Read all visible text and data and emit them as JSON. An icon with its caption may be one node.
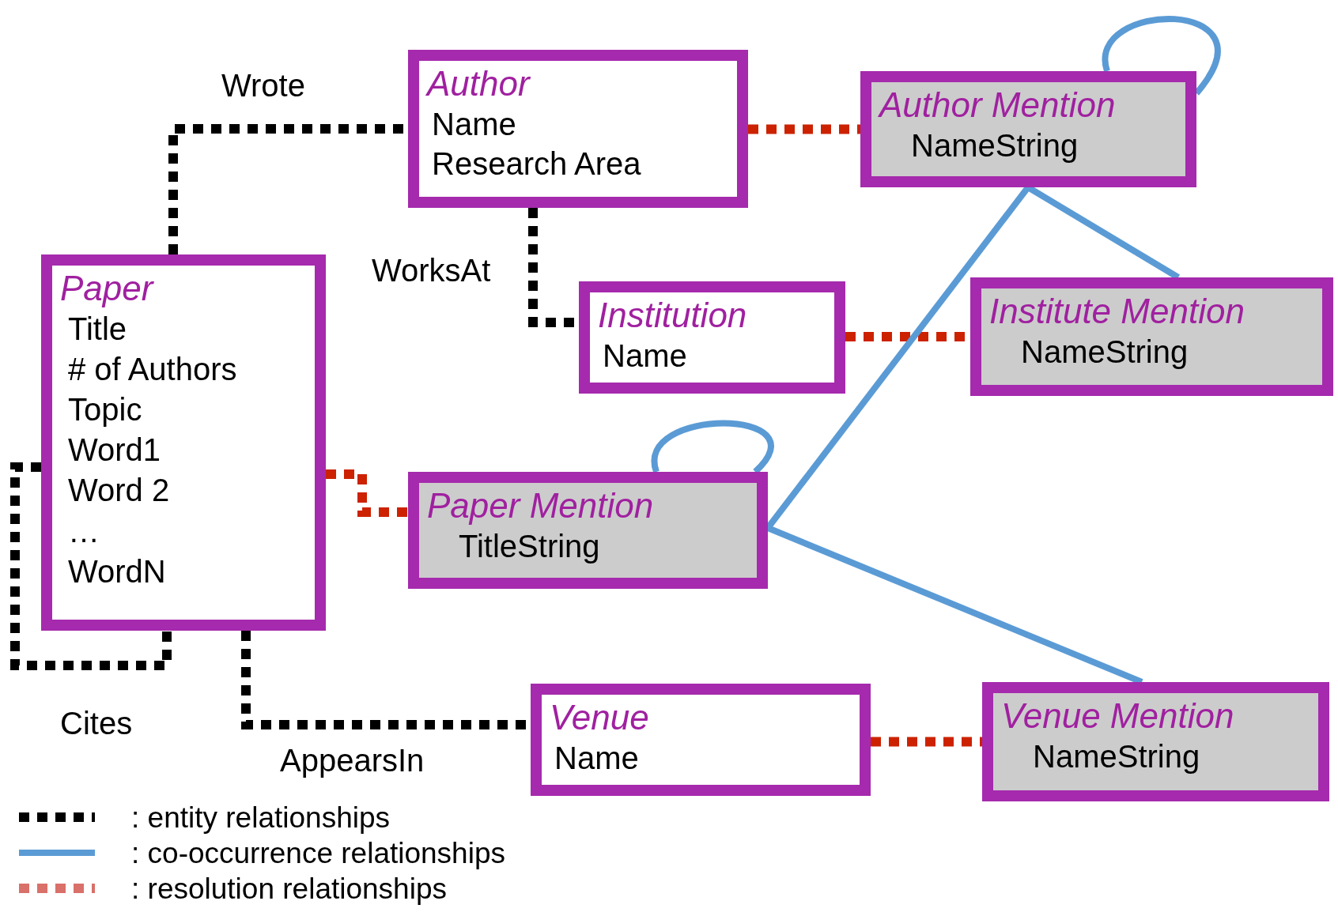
{
  "diagram": {
    "nodes": [
      {
        "text": [
          "Paper",
          "Title",
          "# of Authors",
          "Topic",
          "Word1",
          "Word 2",
          "…",
          "WordN"
        ]
      },
      {
        "text": [
          "Author",
          "Name",
          "Research Area"
        ]
      },
      {
        "text": [
          "Author Mention",
          "NameString"
        ]
      },
      {
        "text": [
          "Institution",
          "Name"
        ]
      },
      {
        "text": [
          "Institute Mention",
          "NameString"
        ]
      },
      {
        "text": [
          "Paper Mention",
          "TitleString"
        ]
      },
      {
        "text": [
          "Venue",
          "Name"
        ]
      },
      {
        "text": [
          "Venue Mention",
          "NameString"
        ]
      }
    ],
    "edges": [
      {
        "from": 0,
        "to": 1,
        "arrow": "none",
        "label": "Wrote",
        "style": "dashed",
        "color": "#000000"
      },
      {
        "from": 1,
        "to": 3,
        "arrow": "none",
        "label": "WorksAt",
        "style": "dashed",
        "color": "#000000"
      },
      {
        "from": 0,
        "to": 0,
        "arrow": "none",
        "label": "Cites",
        "style": "dashed",
        "color": "#000000"
      },
      {
        "from": 0,
        "to": 6,
        "arrow": "none",
        "label": "AppearsIn",
        "style": "dashed",
        "color": "#000000"
      },
      {
        "from": 1,
        "to": 2,
        "arrow": "none",
        "style": "dashed",
        "color": "#cc2200"
      },
      {
        "from": 3,
        "to": 4,
        "arrow": "none",
        "style": "dashed",
        "color": "#cc2200"
      },
      {
        "from": 0,
        "to": 5,
        "arrow": "none",
        "style": "dashed",
        "color": "#cc2200"
      },
      {
        "from": 6,
        "to": 7,
        "arrow": "none",
        "style": "dashed",
        "color": "#cc2200"
      },
      {
        "from": 2,
        "to": 2,
        "arrow": "none",
        "color": "#5b9bd5"
      },
      {
        "from": 5,
        "to": 5,
        "arrow": "none",
        "color": "#5b9bd5"
      },
      {
        "from": 2,
        "to": 4,
        "arrow": "none",
        "color": "#5b9bd5"
      },
      {
        "from": 2,
        "to": 5,
        "arrow": "none",
        "color": "#5b9bd5"
      },
      {
        "from": 5,
        "to": 7,
        "arrow": "none",
        "color": "#5b9bd5"
      }
    ],
    "legend": [
      {
        "text": ": entity relationships"
      },
      {
        "text": ": co-occurrence relationships"
      },
      {
        "text": ": resolution relationships"
      }
    ]
  }
}
